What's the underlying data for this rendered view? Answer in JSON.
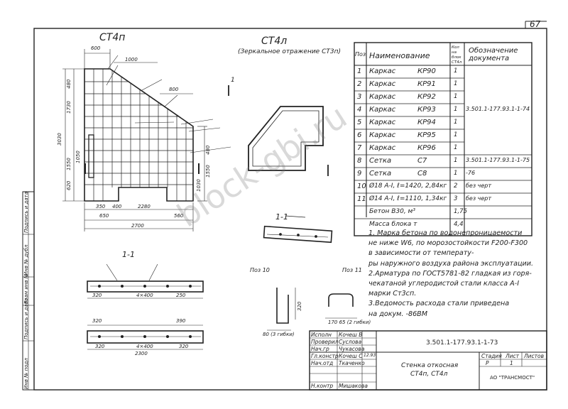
{
  "sheet_number": "67",
  "view_left_title": "СТ4п",
  "view_mid_title": "СТ4л",
  "view_mid_subtitle": "(Зеркальное отражение СТ3п)",
  "section_label": "1-1",
  "section_label_2": "1-1",
  "section_cut_label": "1",
  "pos10_label": "Поз 10",
  "pos11_label": "Поз 11",
  "dims": {
    "top_600": "600",
    "top_1000": "1000",
    "top_800": "800",
    "left_3030": "3030",
    "left_1730": "1730",
    "left_1550": "1550",
    "left_620": "620",
    "left_480": "480",
    "left_1050": "1050",
    "right_480": "480",
    "right_1550": "1550",
    "right_1030": "1030",
    "bot_350": "350",
    "bot_400": "400",
    "bot_2280": "2280",
    "bot_560": "560",
    "bot_650": "650",
    "bot_2700": "2700",
    "sec_320a": "320",
    "sec_4x400": "4×400",
    "sec_250": "250",
    "sec_320b": "320",
    "sec_390": "390",
    "sec_2300": "2300",
    "sec_4x400b": "4×400",
    "sec_320c": "320",
    "sec_320d": "320",
    "p10_80": "80 (3 гибки)",
    "p10_320": "320",
    "p11": "170 65 (2 гибки)"
  },
  "spec_header": {
    "pos": "Поз",
    "name": "Наименование",
    "qty": "Кол на блок СТ4л",
    "doc": "Обозначение документа"
  },
  "spec_rows": [
    {
      "pos": "1",
      "name": "Каркас",
      "mark": "КР90",
      "qty": "1",
      "doc": ""
    },
    {
      "pos": "2",
      "name": "Каркас",
      "mark": "КР91",
      "qty": "1",
      "doc": ""
    },
    {
      "pos": "3",
      "name": "Каркас",
      "mark": "КР92",
      "qty": "1",
      "doc": ""
    },
    {
      "pos": "4",
      "name": "Каркас",
      "mark": "КР93",
      "qty": "1",
      "doc": "3.501.1-177.93.1-1-74"
    },
    {
      "pos": "5",
      "name": "Каркас",
      "mark": "КР94",
      "qty": "1",
      "doc": ""
    },
    {
      "pos": "6",
      "name": "Каркас",
      "mark": "КР95",
      "qty": "1",
      "doc": ""
    },
    {
      "pos": "7",
      "name": "Каркас",
      "mark": "КР96",
      "qty": "1",
      "doc": ""
    },
    {
      "pos": "8",
      "name": "Сетка",
      "mark": "С7",
      "qty": "1",
      "doc": "3.501.1-177.93.1-1-75"
    },
    {
      "pos": "9",
      "name": "Сетка",
      "mark": "С8",
      "qty": "1",
      "doc": "-76"
    },
    {
      "pos": "10",
      "name": "Ø18 А-I, ℓ=1420, 2,84кг",
      "mark": "",
      "qty": "2",
      "doc": "без черт"
    },
    {
      "pos": "11",
      "name": "Ø14 А-I, ℓ=1110, 1,34кг",
      "mark": "",
      "qty": "3",
      "doc": "без черт"
    },
    {
      "pos": "",
      "name": "Бетон В30, м³",
      "mark": "",
      "qty": "1,75",
      "doc": ""
    },
    {
      "pos": "",
      "name": "Масса блока т",
      "mark": "",
      "qty": "4,4",
      "doc": ""
    }
  ],
  "notes": [
    "1. Марка бетона по водонепроницаемости",
    "не ниже W6, по морозостойкости F200-F300",
    "в зависимости от                  температу-",
    "ры наружного воздуха района эксплуатации.",
    "2.Арматура по ГОСТ5781-82 гладкая из горя-",
    "чекатаной углеродистой стали класса А-I",
    "марки Ст3сп.",
    "3.Ведомость расхода стали приведена",
    "на докум. -86ВМ"
  ],
  "watermark": "block-gbi.ru",
  "stamp": {
    "code": "3.501.1-177.93.1-1-73",
    "title_line1": "Стенка откосная",
    "title_line2": "СТ4п, СТ4л",
    "stage_hdr": "Стадия",
    "sheet_hdr": "Лист",
    "sheets_hdr": "Листов",
    "stage_val": "Р",
    "sheet_val": "1",
    "org": "АО \"ТРАНСМОСТ\"",
    "roles": [
      {
        "role": "Исполн",
        "name": "Кочеш В"
      },
      {
        "role": "Проверил",
        "name": "Суслова"
      },
      {
        "role": "Нач.гр",
        "name": "Чукасова"
      },
      {
        "role": "Гл.констр",
        "name": "Кочеш С"
      },
      {
        "role": "Нач.отд",
        "name": "Ткаченко"
      },
      {
        "role": "Н.контр",
        "name": "Мишакова"
      }
    ],
    "date": "12.93"
  },
  "left_strip": [
    "Инв № подл",
    "Подпись и дата",
    "Взам инв №",
    "Инв № дубл",
    "Подпись и дата"
  ]
}
